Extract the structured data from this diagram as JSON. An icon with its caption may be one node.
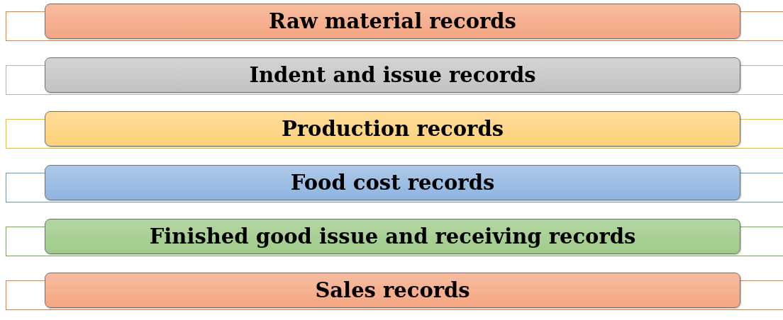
{
  "diagram": {
    "nodes": [
      {
        "text": [
          "Raw material records"
        ]
      },
      {
        "text": [
          "Indent and issue records"
        ]
      },
      {
        "text": [
          "Production records"
        ]
      },
      {
        "text": [
          "Food cost records"
        ]
      },
      {
        "text": [
          "Finished good issue and receiving records"
        ]
      },
      {
        "text": [
          "Sales records"
        ]
      }
    ]
  }
}
